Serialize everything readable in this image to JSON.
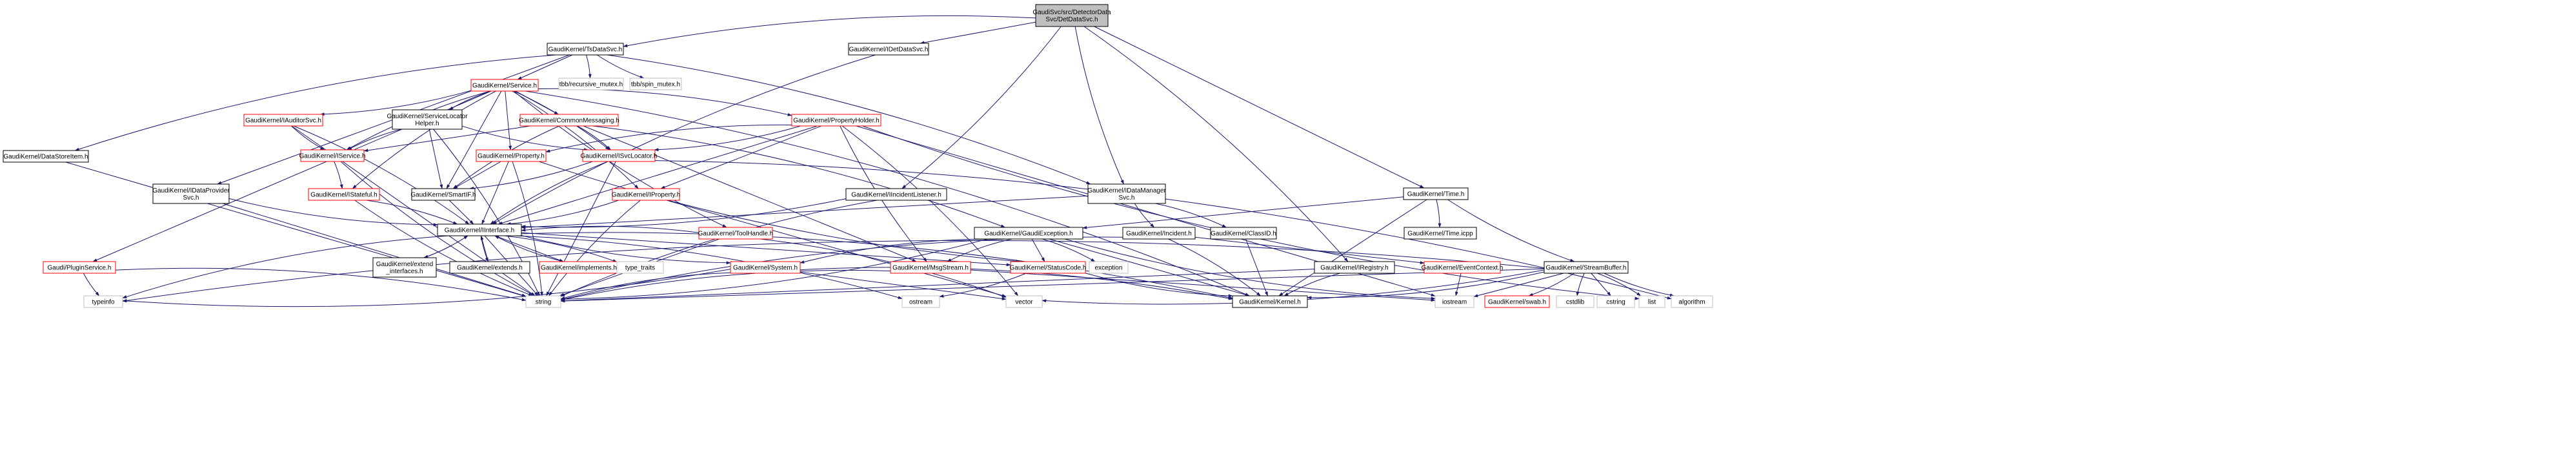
{
  "colors": {
    "root_fill": "#bfbfbf",
    "node_fill": "#ffffff",
    "border_black": "#000000",
    "border_red": "#ff0000",
    "border_gray": "#bfbfbf",
    "text": "#000000",
    "edge": "#191970"
  },
  "graph": {
    "nodes": [
      {
        "id": "root",
        "lines": [
          "GaudiSvc/src/DetectorData",
          "Svc/DetDataSvc.h"
        ],
        "style": "root"
      },
      {
        "id": "tsds",
        "lines": [
          "GaudiKernel/TsDataSvc.h"
        ],
        "style": "black"
      },
      {
        "id": "idds",
        "lines": [
          "GaudiKernel/IDetDataSvc.h"
        ],
        "style": "black"
      },
      {
        "id": "dsi",
        "lines": [
          "GaudiKernel/DataStoreItem.h"
        ],
        "style": "black"
      },
      {
        "id": "svc",
        "lines": [
          "GaudiKernel/Service.h"
        ],
        "style": "red"
      },
      {
        "id": "tbbrm",
        "lines": [
          "tbb/recursive_mutex.h"
        ],
        "style": "gray"
      },
      {
        "id": "tbbsm",
        "lines": [
          "tbb/spin_mutex.h"
        ],
        "style": "gray"
      },
      {
        "id": "iaud",
        "lines": [
          "GaudiKernel/IAuditorSvc.h"
        ],
        "style": "red"
      },
      {
        "id": "slh",
        "lines": [
          "GaudiKernel/ServiceLocator",
          "Helper.h"
        ],
        "style": "black"
      },
      {
        "id": "cm",
        "lines": [
          "GaudiKernel/CommonMessaging.h"
        ],
        "style": "red"
      },
      {
        "id": "ph",
        "lines": [
          "GaudiKernel/PropertyHolder.h"
        ],
        "style": "red"
      },
      {
        "id": "isvc",
        "lines": [
          "GaudiKernel/IService.h"
        ],
        "style": "red"
      },
      {
        "id": "prop",
        "lines": [
          "GaudiKernel/Property.h"
        ],
        "style": "red"
      },
      {
        "id": "isvcl",
        "lines": [
          "GaudiKernel/ISvcLocator.h"
        ],
        "style": "red"
      },
      {
        "id": "idp",
        "lines": [
          "GaudiKernel/IDataProvider",
          "Svc.h"
        ],
        "style": "black"
      },
      {
        "id": "istate",
        "lines": [
          "GaudiKernel/IStateful.h"
        ],
        "style": "red"
      },
      {
        "id": "sif",
        "lines": [
          "GaudiKernel/SmartIF.h"
        ],
        "style": "black"
      },
      {
        "id": "iprop",
        "lines": [
          "GaudiKernel/IProperty.h"
        ],
        "style": "red"
      },
      {
        "id": "iil",
        "lines": [
          "GaudiKernel/IIncidentListener.h"
        ],
        "style": "black"
      },
      {
        "id": "idm",
        "lines": [
          "GaudiKernel/IDataManager",
          "Svc.h"
        ],
        "style": "black"
      },
      {
        "id": "time",
        "lines": [
          "GaudiKernel/Time.h"
        ],
        "style": "black"
      },
      {
        "id": "iface",
        "lines": [
          "GaudiKernel/IInterface.h"
        ],
        "style": "black"
      },
      {
        "id": "th",
        "lines": [
          "GaudiKernel/ToolHandle.h"
        ],
        "style": "red"
      },
      {
        "id": "gex",
        "lines": [
          "GaudiKernel/GaudiException.h"
        ],
        "style": "black"
      },
      {
        "id": "inc",
        "lines": [
          "GaudiKernel/Incident.h"
        ],
        "style": "black"
      },
      {
        "id": "cid",
        "lines": [
          "GaudiKernel/ClassID.h"
        ],
        "style": "black"
      },
      {
        "id": "ticpp",
        "lines": [
          "GaudiKernel/Time.icpp"
        ],
        "style": "black"
      },
      {
        "id": "eif",
        "lines": [
          "GaudiKernel/extend",
          "_interfaces.h"
        ],
        "style": "black"
      },
      {
        "id": "ext",
        "lines": [
          "GaudiKernel/extends.h"
        ],
        "style": "black"
      },
      {
        "id": "impl",
        "lines": [
          "GaudiKernel/implements.h"
        ],
        "style": "red"
      },
      {
        "id": "tt",
        "lines": [
          "type_traits"
        ],
        "style": "gray"
      },
      {
        "id": "sys",
        "lines": [
          "GaudiKernel/System.h"
        ],
        "style": "red"
      },
      {
        "id": "ms",
        "lines": [
          "GaudiKernel/MsgStream.h"
        ],
        "style": "red"
      },
      {
        "id": "sc",
        "lines": [
          "GaudiKernel/StatusCode.h"
        ],
        "style": "red"
      },
      {
        "id": "exc",
        "lines": [
          "exception"
        ],
        "style": "gray"
      },
      {
        "id": "ec",
        "lines": [
          "GaudiKernel/EventContext.h"
        ],
        "style": "red"
      },
      {
        "id": "sb",
        "lines": [
          "GaudiKernel/StreamBuffer.h"
        ],
        "style": "black"
      },
      {
        "id": "ps",
        "lines": [
          "Gaudi/PluginService.h"
        ],
        "style": "red"
      },
      {
        "id": "ireg",
        "lines": [
          "GaudiKernel/IRegistry.h"
        ],
        "style": "black"
      },
      {
        "id": "typeinfo",
        "lines": [
          "typeinfo"
        ],
        "style": "gray"
      },
      {
        "id": "string",
        "lines": [
          "string"
        ],
        "style": "gray"
      },
      {
        "id": "ostream",
        "lines": [
          "ostream"
        ],
        "style": "gray"
      },
      {
        "id": "vector",
        "lines": [
          "vector"
        ],
        "style": "gray"
      },
      {
        "id": "kernel",
        "lines": [
          "GaudiKernel/Kernel.h"
        ],
        "style": "black"
      },
      {
        "id": "iostream",
        "lines": [
          "iostream"
        ],
        "style": "gray"
      },
      {
        "id": "swab",
        "lines": [
          "GaudiKernel/swab.h"
        ],
        "style": "red"
      },
      {
        "id": "cstdlib",
        "lines": [
          "cstdlib"
        ],
        "style": "gray"
      },
      {
        "id": "cstring",
        "lines": [
          "cstring"
        ],
        "style": "gray"
      },
      {
        "id": "list",
        "lines": [
          "list"
        ],
        "style": "gray"
      },
      {
        "id": "algorithm",
        "lines": [
          "algorithm"
        ],
        "style": "gray"
      }
    ],
    "edges": [
      [
        "root",
        "tsds"
      ],
      [
        "root",
        "idds"
      ],
      [
        "root",
        "iil"
      ],
      [
        "root",
        "idm"
      ],
      [
        "root",
        "time"
      ],
      [
        "root",
        "ireg"
      ],
      [
        "tsds",
        "dsi"
      ],
      [
        "tsds",
        "svc"
      ],
      [
        "tsds",
        "tbbrm"
      ],
      [
        "tsds",
        "tbbsm"
      ],
      [
        "tsds",
        "idp"
      ],
      [
        "tsds",
        "idm"
      ],
      [
        "idds",
        "iface"
      ],
      [
        "dsi",
        "string"
      ],
      [
        "svc",
        "iaud"
      ],
      [
        "svc",
        "slh"
      ],
      [
        "svc",
        "cm"
      ],
      [
        "svc",
        "ph"
      ],
      [
        "svc",
        "isvc"
      ],
      [
        "svc",
        "prop"
      ],
      [
        "svc",
        "isvcl"
      ],
      [
        "svc",
        "istate"
      ],
      [
        "svc",
        "sif"
      ],
      [
        "svc",
        "iprop"
      ],
      [
        "svc",
        "th"
      ],
      [
        "svc",
        "ps"
      ],
      [
        "svc",
        "kernel"
      ],
      [
        "iaud",
        "isvc"
      ],
      [
        "iaud",
        "string"
      ],
      [
        "iaud",
        "iface"
      ],
      [
        "slh",
        "isvc"
      ],
      [
        "slh",
        "sif"
      ],
      [
        "slh",
        "string"
      ],
      [
        "slh",
        "isvcl"
      ],
      [
        "cm",
        "isvc"
      ],
      [
        "cm",
        "isvcl"
      ],
      [
        "cm",
        "sif"
      ],
      [
        "cm",
        "ms"
      ],
      [
        "cm",
        "gex"
      ],
      [
        "ph",
        "prop"
      ],
      [
        "ph",
        "iprop"
      ],
      [
        "ph",
        "isvcl"
      ],
      [
        "ph",
        "ms"
      ],
      [
        "ph",
        "iface"
      ],
      [
        "ph",
        "vector"
      ],
      [
        "ph",
        "list"
      ],
      [
        "ph",
        "iostream"
      ],
      [
        "isvc",
        "istate"
      ],
      [
        "isvc",
        "string"
      ],
      [
        "prop",
        "sif"
      ],
      [
        "prop",
        "string"
      ],
      [
        "prop",
        "sc"
      ],
      [
        "prop",
        "iface"
      ],
      [
        "isvcl",
        "sif"
      ],
      [
        "isvcl",
        "iface"
      ],
      [
        "isvcl",
        "string"
      ],
      [
        "isvcl",
        "algorithm"
      ],
      [
        "idp",
        "iface"
      ],
      [
        "idp",
        "string"
      ],
      [
        "istate",
        "iface"
      ],
      [
        "istate",
        "string"
      ],
      [
        "sif",
        "iface"
      ],
      [
        "iprop",
        "iface"
      ],
      [
        "iprop",
        "string"
      ],
      [
        "iprop",
        "vector"
      ],
      [
        "iil",
        "iface"
      ],
      [
        "iil",
        "string"
      ],
      [
        "idm",
        "iface"
      ],
      [
        "idm",
        "cid"
      ],
      [
        "idm",
        "inc"
      ],
      [
        "time",
        "gex"
      ],
      [
        "time",
        "ticpp"
      ],
      [
        "time",
        "sb"
      ],
      [
        "time",
        "kernel"
      ],
      [
        "iface",
        "eif"
      ],
      [
        "iface",
        "ext"
      ],
      [
        "iface",
        "impl"
      ],
      [
        "iface",
        "tt"
      ],
      [
        "iface",
        "sys"
      ],
      [
        "iface",
        "sc"
      ],
      [
        "iface",
        "kernel"
      ],
      [
        "iface",
        "typeinfo"
      ],
      [
        "iface",
        "string"
      ],
      [
        "iface",
        "ostream"
      ],
      [
        "eif",
        "iface"
      ],
      [
        "ext",
        "iface"
      ],
      [
        "impl",
        "iface"
      ],
      [
        "th",
        "iface"
      ],
      [
        "th",
        "string"
      ],
      [
        "th",
        "vector"
      ],
      [
        "gex",
        "ms"
      ],
      [
        "gex",
        "sc"
      ],
      [
        "gex",
        "exc"
      ],
      [
        "gex",
        "sys"
      ],
      [
        "gex",
        "kernel"
      ],
      [
        "gex",
        "string"
      ],
      [
        "gex",
        "iostream"
      ],
      [
        "inc",
        "ec"
      ],
      [
        "inc",
        "kernel"
      ],
      [
        "inc",
        "string"
      ],
      [
        "cid",
        "kernel"
      ],
      [
        "sys",
        "kernel"
      ],
      [
        "sys",
        "string"
      ],
      [
        "sys",
        "vector"
      ],
      [
        "sys",
        "typeinfo"
      ],
      [
        "ms",
        "string"
      ],
      [
        "ms",
        "iostream"
      ],
      [
        "sc",
        "ostream"
      ],
      [
        "sc",
        "kernel"
      ],
      [
        "ec",
        "iostream"
      ],
      [
        "sb",
        "swab"
      ],
      [
        "sb",
        "cstdlib"
      ],
      [
        "sb",
        "cstring"
      ],
      [
        "sb",
        "list"
      ],
      [
        "sb",
        "algorithm"
      ],
      [
        "sb",
        "string"
      ],
      [
        "sb",
        "vector"
      ],
      [
        "sb",
        "typeinfo"
      ],
      [
        "sb",
        "iostream"
      ],
      [
        "sb",
        "kernel"
      ],
      [
        "ireg",
        "kernel"
      ],
      [
        "ireg",
        "string"
      ],
      [
        "ps",
        "string"
      ],
      [
        "ps",
        "typeinfo"
      ]
    ]
  }
}
